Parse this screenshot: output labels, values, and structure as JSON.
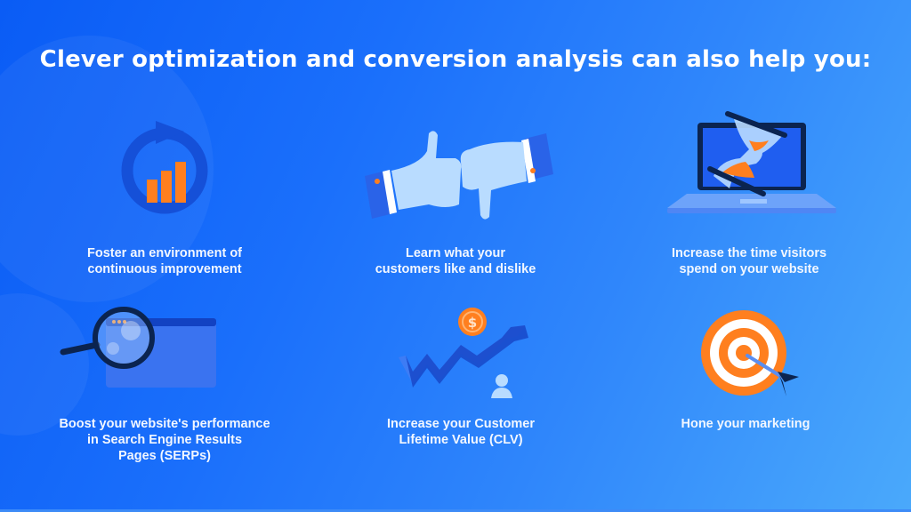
{
  "title": "Clever optimization and conversion analysis can also help you:",
  "colors": {
    "background_start": "#0a5cf5",
    "background_end": "#4aa9fb",
    "accent_orange": "#ff7f1f",
    "dark_navy": "#0b2450",
    "light_blue": "#b9dcff"
  },
  "cards": [
    {
      "label_lines": [
        "Foster an environment of",
        "continuous improvement"
      ],
      "icon": "cycle-bar-chart-icon"
    },
    {
      "label_lines": [
        "Learn what your",
        "customers like and dislike"
      ],
      "icon": "thumbs-up-down-icon"
    },
    {
      "label_lines": [
        "Increase the time visitors",
        "spend on your website"
      ],
      "icon": "laptop-hourglass-icon"
    },
    {
      "label_lines": [
        "Boost your website's performance",
        "in Search Engine Results",
        "Pages (SERPs)"
      ],
      "icon": "magnifier-browser-icon"
    },
    {
      "label_lines": [
        "Increase your Customer",
        "Lifetime Value (CLV)"
      ],
      "icon": "growth-arrow-coin-icon"
    },
    {
      "label_lines": [
        "Hone your marketing"
      ],
      "icon": "target-dart-icon"
    }
  ]
}
